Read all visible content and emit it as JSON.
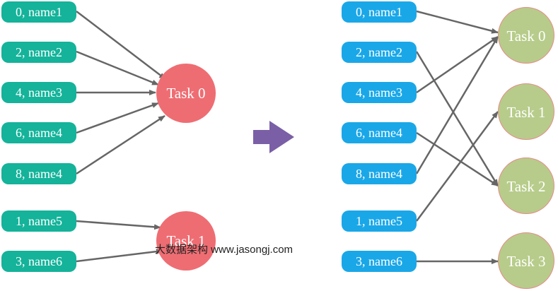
{
  "left": {
    "records": [
      "0, name1",
      "2, name2",
      "4, name3",
      "6, name4",
      "8, name4",
      "1, name5",
      "3, name6"
    ],
    "tasks": [
      "Task 0",
      "Task 1"
    ]
  },
  "right": {
    "records": [
      "0, name1",
      "2, name2",
      "4, name3",
      "6, name4",
      "8, name4",
      "1, name5",
      "3, name6"
    ],
    "tasks": [
      "Task 0",
      "Task 1",
      "Task 2",
      "Task 3"
    ]
  },
  "watermark": "大数据架构 www.jasongj.com",
  "colors": {
    "record_left": "#14b39a",
    "record_right": "#1aa7e8",
    "task_left": "#ee6d73",
    "task_right": "#b7cc8a",
    "arrow": "#666666",
    "transform_arrow": "#7a5fa6"
  },
  "icons": {
    "transform": "right-arrow-icon"
  }
}
